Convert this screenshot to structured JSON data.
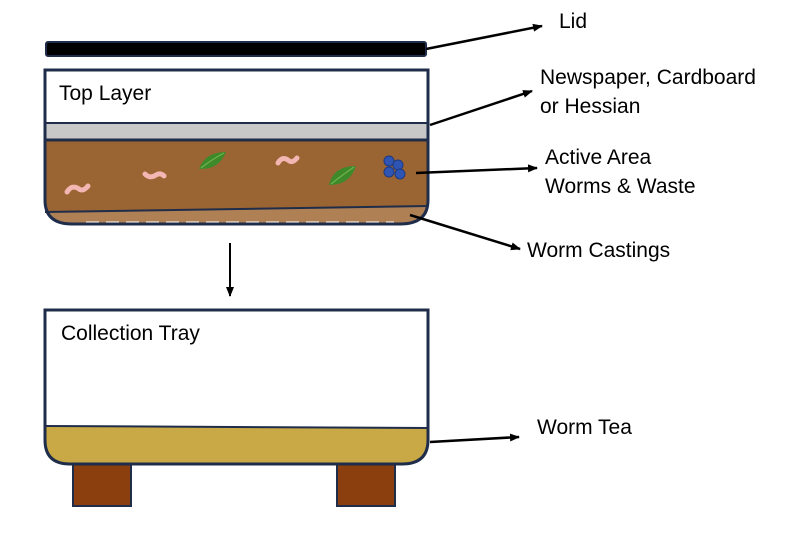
{
  "labels": {
    "lid": "Lid",
    "top_layer": "Top Layer",
    "bedding_line1": "Newspaper, Cardboard",
    "bedding_line2": "or Hessian",
    "active_line1": "Active Area",
    "active_line2": "Worms & Waste",
    "castings": "Worm Castings",
    "collection_tray": "Collection Tray",
    "worm_tea": "Worm Tea"
  },
  "colors": {
    "outline": "#1f2d4a",
    "lid": "#000000",
    "bedding": "#c8c8c8",
    "soil": "#9b6433",
    "castings": "#b08055",
    "worm_tea": "#c8a945",
    "legs": "#8b3f0f",
    "worm": "#f2b7b3",
    "leaf": "#3e8a2a",
    "berry": "#2f55b4"
  }
}
